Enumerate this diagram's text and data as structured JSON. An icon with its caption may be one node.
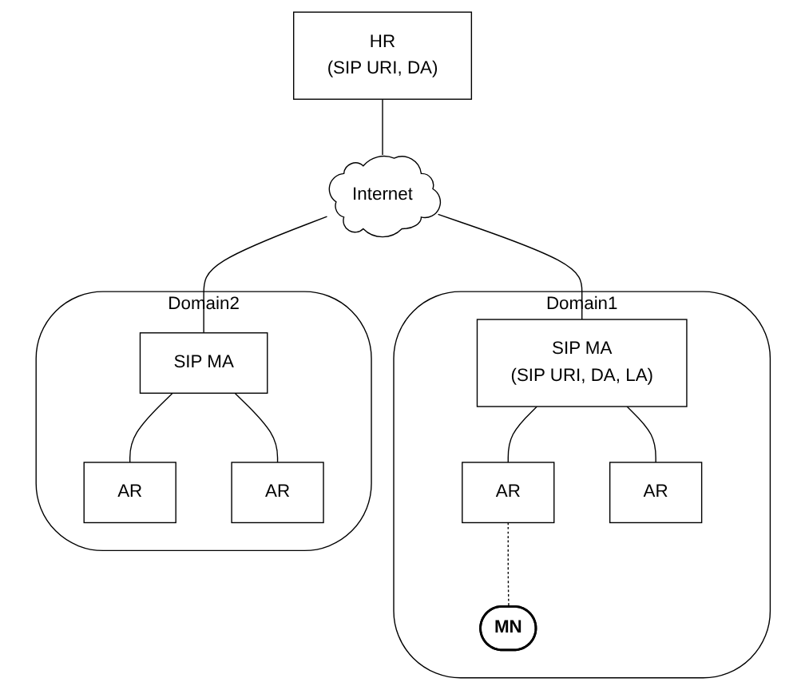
{
  "diagram": {
    "nodes": [
      {
        "text": [
          "HR",
          "(SIP URI, DA)"
        ]
      },
      {
        "text": [
          "Internet"
        ]
      },
      {
        "text": [
          "Domain1"
        ]
      },
      {
        "text": [
          "SIP MA",
          "(SIP URI, DA, LA)"
        ],
        "in": 2
      },
      {
        "text": [
          "AR"
        ],
        "in": 2
      },
      {
        "text": [
          "AR"
        ],
        "in": 2
      },
      {
        "text": [
          "MN"
        ],
        "in": 2
      },
      {
        "text": [
          "Domain2"
        ]
      },
      {
        "text": [
          "SIP MA"
        ],
        "in": 7
      },
      {
        "text": [
          "AR"
        ],
        "in": 7
      },
      {
        "text": [
          "AR"
        ],
        "in": 7
      }
    ],
    "edges": [
      {
        "from": 0,
        "to": 1,
        "arrow": "none"
      },
      {
        "from": 1,
        "to": 3,
        "arrow": "none"
      },
      {
        "from": 1,
        "to": 8,
        "arrow": "none"
      },
      {
        "from": 3,
        "to": 4,
        "arrow": "none"
      },
      {
        "from": 3,
        "to": 5,
        "arrow": "none"
      },
      {
        "from": 4,
        "to": 6,
        "arrow": "none",
        "style": "dashed"
      },
      {
        "from": 8,
        "to": 9,
        "arrow": "none"
      },
      {
        "from": 8,
        "to": 10,
        "arrow": "none"
      }
    ]
  }
}
